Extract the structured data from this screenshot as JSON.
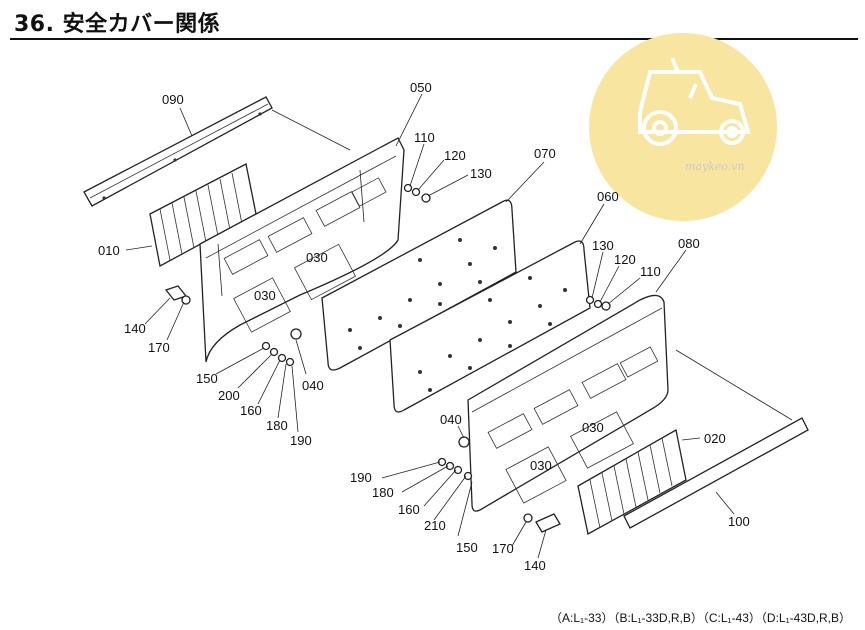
{
  "title": "36. 安全カバー関係",
  "watermark": {
    "text": "maykeo.vn",
    "icon": "tractor-icon",
    "color": "#f8e6a0"
  },
  "part_labels": {
    "p090": "090",
    "p050": "050",
    "p110a": "110",
    "p120a": "120",
    "p130a": "130",
    "p070": "070",
    "p060": "060",
    "p080": "080",
    "p130b": "130",
    "p120b": "120",
    "p110b": "110",
    "p010": "010",
    "p030a": "030",
    "p030b": "030",
    "p030c": "030",
    "p030d": "030",
    "p140a": "140",
    "p170a": "170",
    "p150a": "150",
    "p200": "200",
    "p160a": "160",
    "p180a": "180",
    "p190a": "190",
    "p040a": "040",
    "p040b": "040",
    "p020": "020",
    "p190b": "190",
    "p180b": "180",
    "p160b": "160",
    "p210": "210",
    "p150b": "150",
    "p170b": "170",
    "p140b": "140",
    "p100": "100"
  },
  "footer": "（A:L₁-33）（B:L₁-33D,R,B）（C:L₁-43）（D:L₁-43D,R,B）"
}
